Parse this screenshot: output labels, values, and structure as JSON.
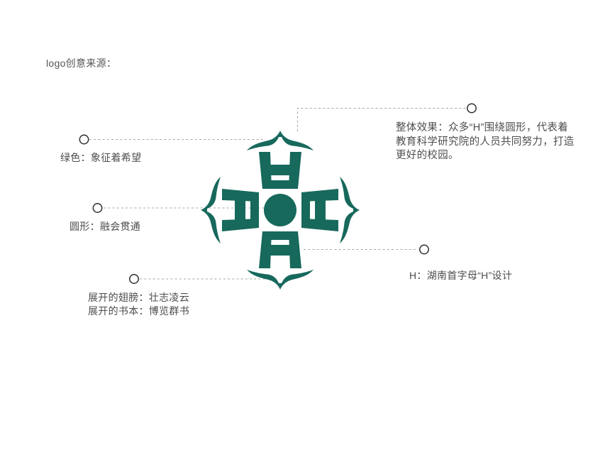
{
  "page": {
    "title": "logo创意来源："
  },
  "colors": {
    "logo_green": "#17695C",
    "callout_line_gray": "#A7A7A7",
    "callout_dot_stroke": "#2D2D2F",
    "text_gray": "#4C4D4F"
  },
  "logo": {
    "name": "H emblem: four H letters around a circle with wing brackets",
    "green": "#17695C"
  },
  "callouts": {
    "green": {
      "label": "绿色：象征着希望"
    },
    "round": {
      "label": "圆形：融会贯通"
    },
    "wings": {
      "line1": "展开的翅膀：壮志凌云",
      "line2": "展开的书本：博览群书"
    },
    "overall": {
      "line1": "整体效果：众多“H”围绕圆形，代表着",
      "line2": "教育科学研究院的人员共同努力，打造",
      "line3": "更好的校园。"
    },
    "initial": {
      "label": "H：湖南首字母“H”设计"
    }
  }
}
